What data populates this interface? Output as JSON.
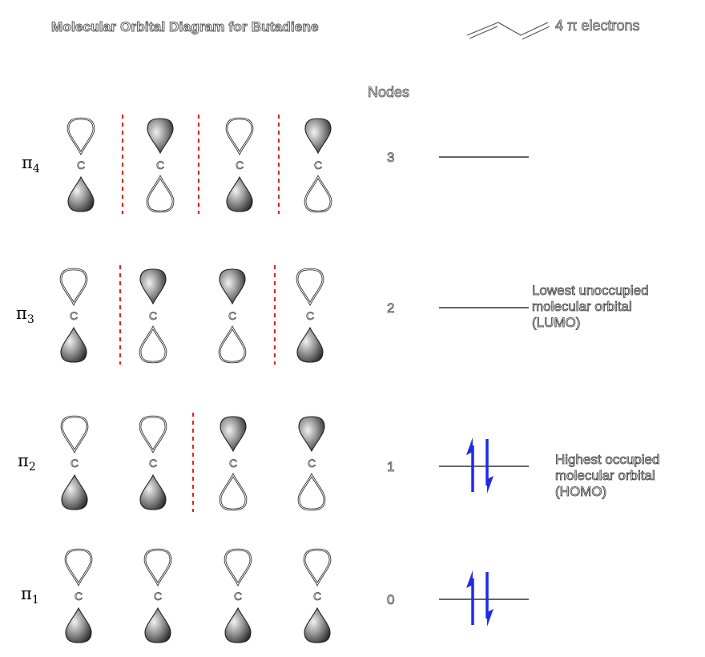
{
  "title": "Molecular Orbital Diagram for Butadiene",
  "electron_note": "4 π electrons",
  "nodes_header": "Nodes",
  "atom_label": "C",
  "orbitals": [
    {
      "symbol": "π",
      "index": "4",
      "nodes": "3",
      "phases": [
        "down",
        "up",
        "down",
        "up"
      ],
      "level_description": "",
      "electrons": 0
    },
    {
      "symbol": "π",
      "index": "3",
      "nodes": "2",
      "phases": [
        "down",
        "up",
        "up",
        "down"
      ],
      "level_description": "Lowest unoccupied\nmolecular orbital\n(LUMO)",
      "electrons": 0
    },
    {
      "symbol": "π",
      "index": "2",
      "nodes": "1",
      "phases": [
        "down",
        "down",
        "up",
        "up"
      ],
      "level_description": "Highest occupied\nmolecular orbital\n(HOMO)",
      "electrons": 2
    },
    {
      "symbol": "π",
      "index": "1",
      "nodes": "0",
      "phases": [
        "down",
        "down",
        "down",
        "down"
      ],
      "level_description": "",
      "electrons": 2
    }
  ],
  "colors": {
    "node_line": "#e8231b",
    "electron_arrow": "#1f2be8",
    "lobe_dark": "#333333",
    "lobe_light": "#ffffff",
    "outline": "#222222"
  }
}
